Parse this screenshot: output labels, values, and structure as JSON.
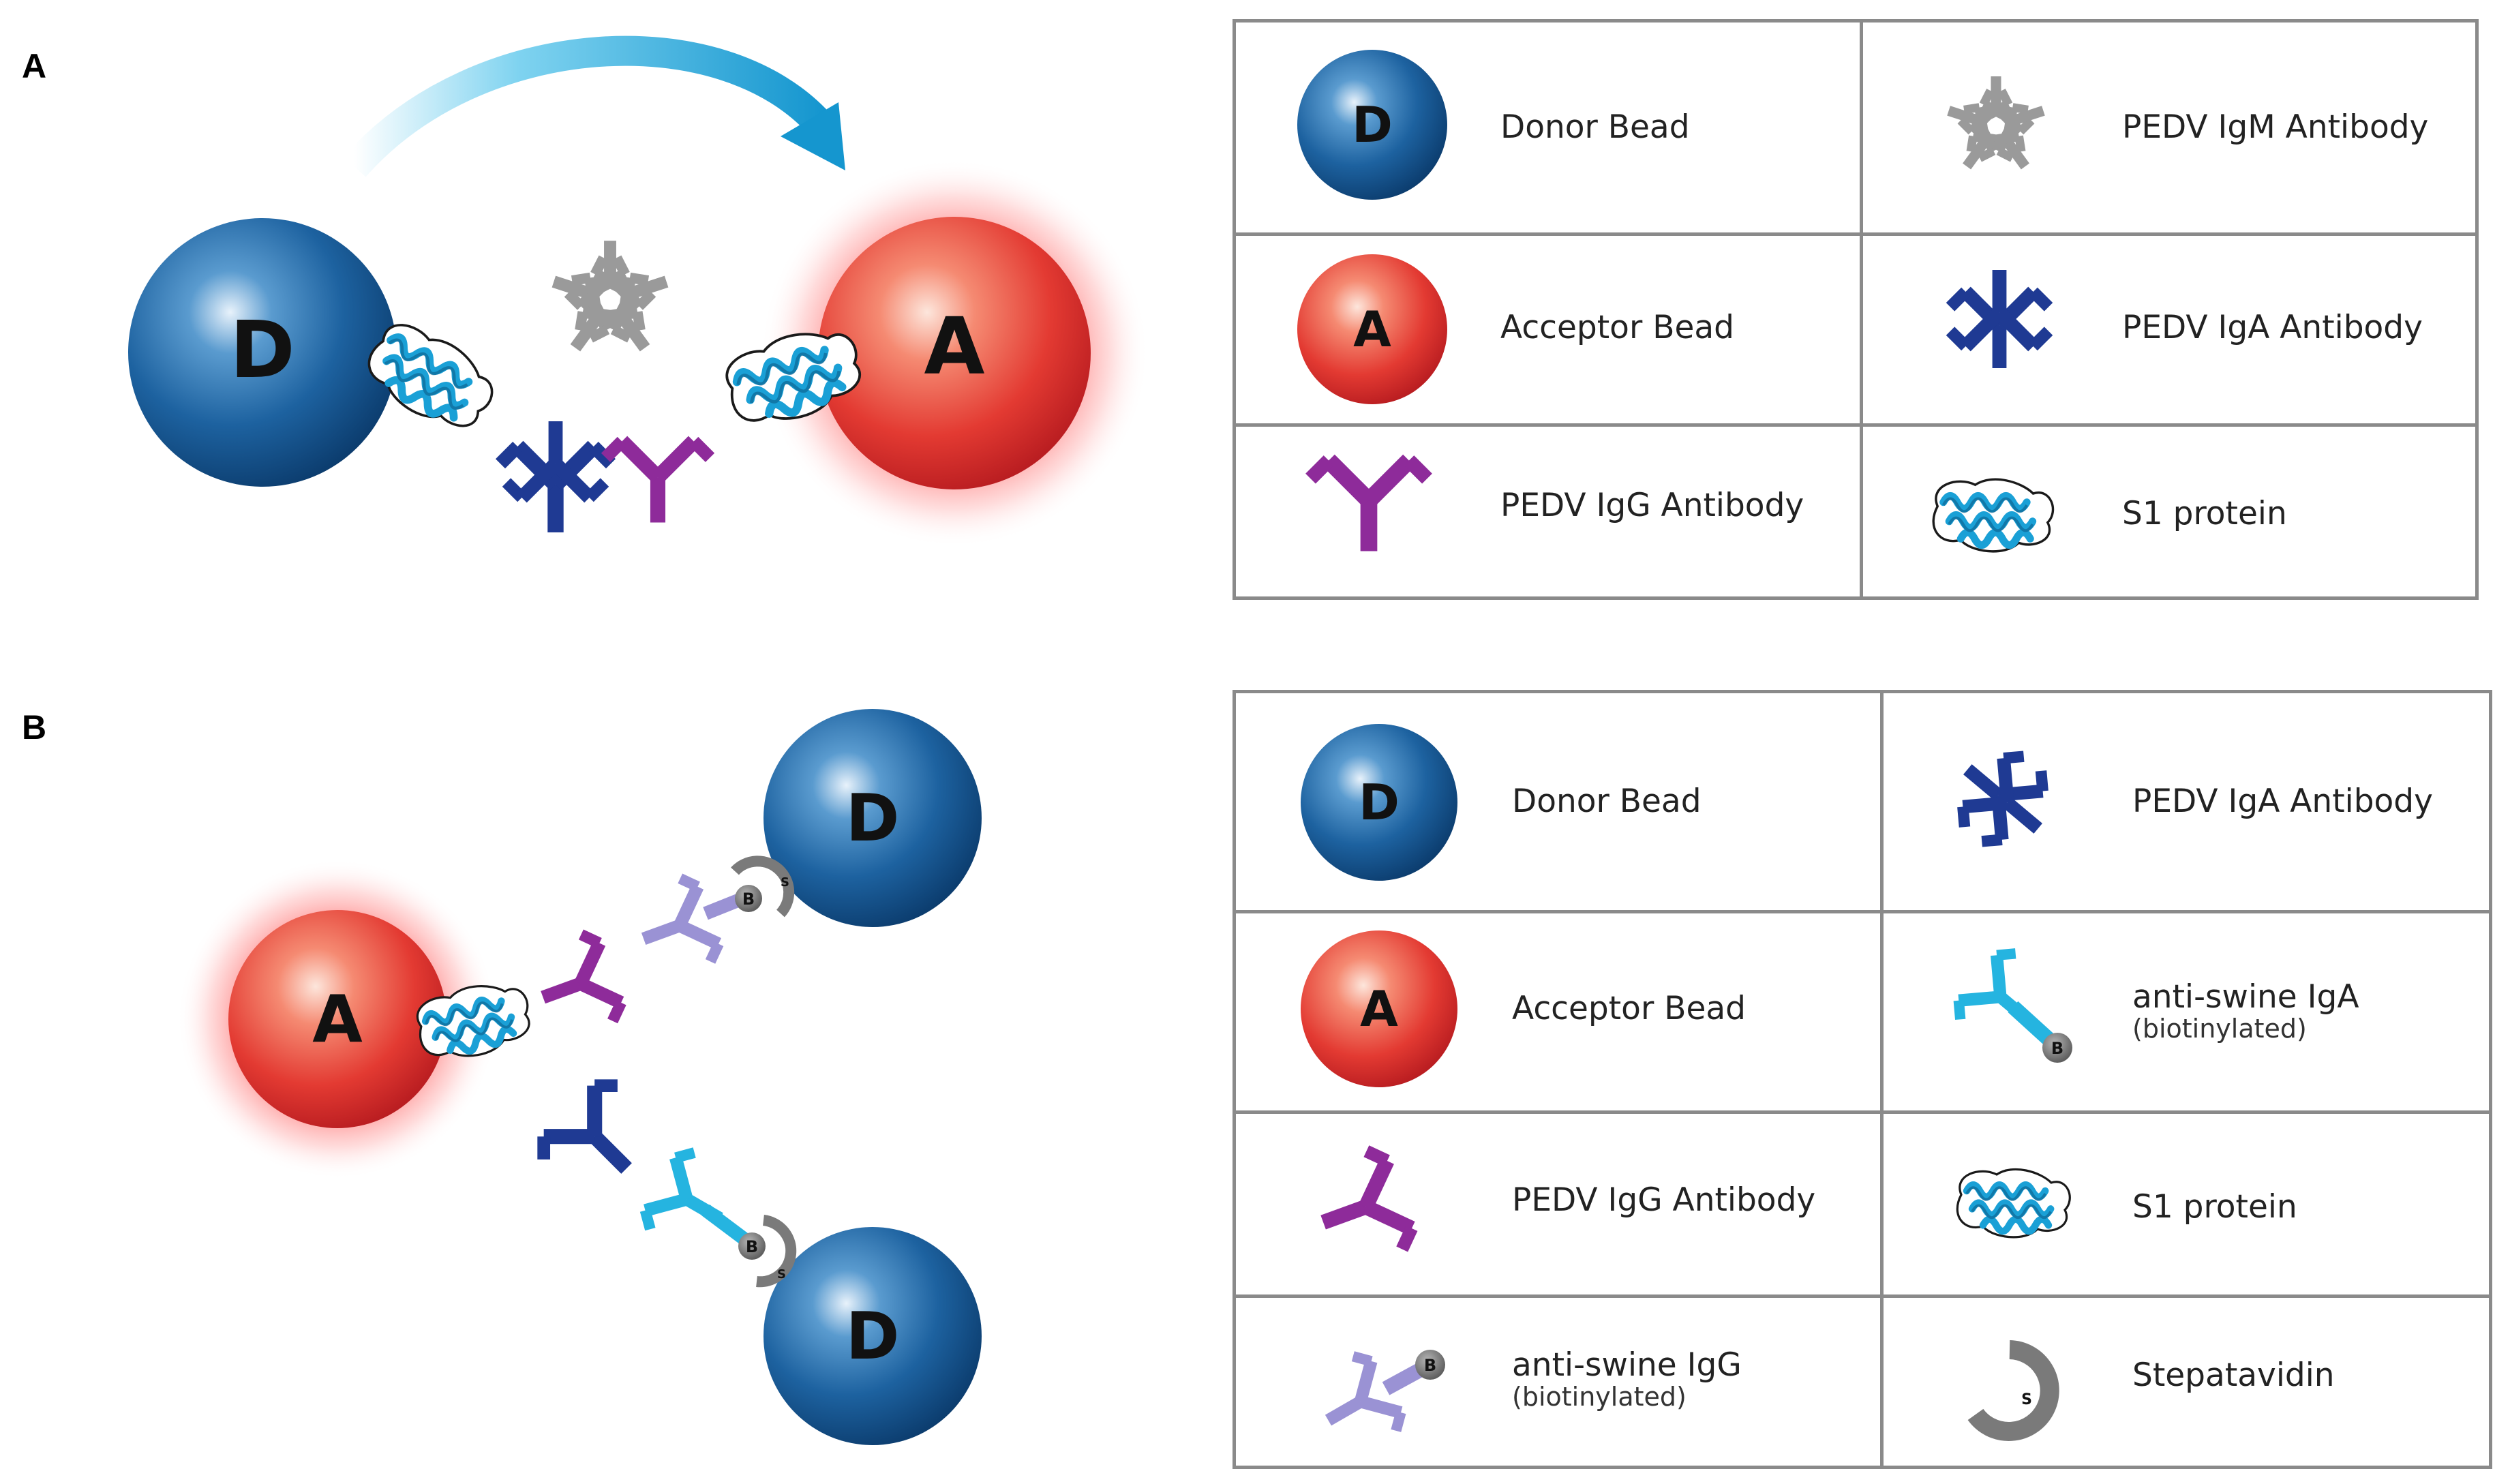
{
  "panels": [
    {
      "label": "A",
      "diagram": {
        "donor_letter": "D",
        "acceptor_letter": "A"
      },
      "legend": [
        {
          "icon": "donor-bead",
          "letter": "D",
          "text": "Donor Bead",
          "sub": ""
        },
        {
          "icon": "igm-antibody",
          "text": "PEDV IgM Antibody",
          "sub": ""
        },
        {
          "icon": "acceptor-bead",
          "letter": "A",
          "text": "Acceptor Bead",
          "sub": ""
        },
        {
          "icon": "iga-antibody",
          "text": "PEDV IgA Antibody",
          "sub": ""
        },
        {
          "icon": "igg-antibody",
          "text": "PEDV IgG Antibody",
          "sub": ""
        },
        {
          "icon": "s1-protein",
          "text": "S1 protein",
          "sub": ""
        }
      ]
    },
    {
      "label": "B",
      "diagram": {
        "donor_letter": "D",
        "acceptor_letter": "A",
        "biotin_letter": "B",
        "streptavidin_letter": "S"
      },
      "legend": [
        {
          "icon": "donor-bead",
          "letter": "D",
          "text": "Donor Bead",
          "sub": ""
        },
        {
          "icon": "iga-antibody",
          "text": "PEDV IgA Antibody",
          "sub": ""
        },
        {
          "icon": "acceptor-bead",
          "letter": "A",
          "text": "Acceptor Bead",
          "sub": ""
        },
        {
          "icon": "anti-swine-iga",
          "text": "anti-swine IgA",
          "sub": "(biotinylated)",
          "badge": "B"
        },
        {
          "icon": "igg-antibody",
          "text": "PEDV IgG Antibody",
          "sub": ""
        },
        {
          "icon": "s1-protein",
          "text": "S1 protein",
          "sub": ""
        },
        {
          "icon": "anti-swine-igg",
          "text": "anti-swine IgG",
          "sub": "(biotinylated)",
          "badge": "B"
        },
        {
          "icon": "streptavidin",
          "text": "Stepatavidin",
          "sub": "",
          "badge": "S"
        }
      ]
    }
  ],
  "colors": {
    "donor": "#1a5f96",
    "acceptor": "#e3262b",
    "iga": "#1f3a93",
    "igg": "#8e2b9a",
    "igm": "#9a9a9a",
    "anti_swine_iga": "#25b4e0",
    "anti_swine_igg": "#9a92d4",
    "protein": "#1aa0d6",
    "streptavidin": "#7a7a7a",
    "arrow": "#1aa3d8"
  }
}
